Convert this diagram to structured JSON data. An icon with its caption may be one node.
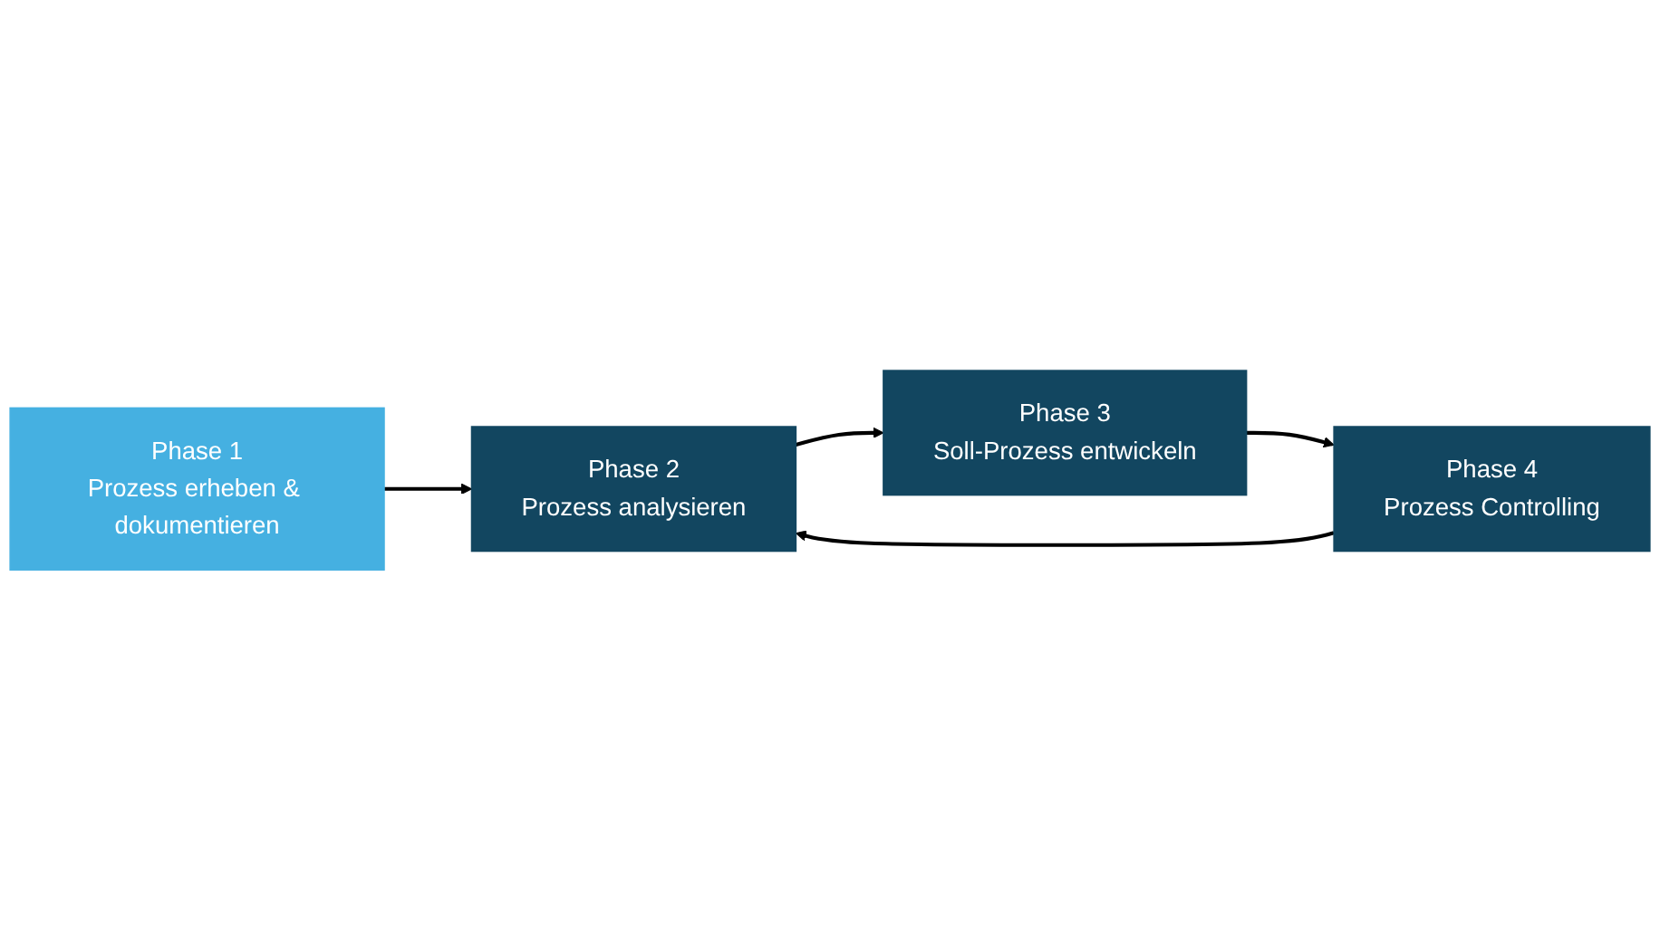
{
  "diagram": {
    "nodes": [
      {
        "text": [
          "Phase 1",
          "Prozess erheben & dokumentieren"
        ]
      },
      {
        "text": [
          "Phase 2",
          "Prozess analysieren"
        ]
      },
      {
        "text": [
          "Phase 3",
          "Soll-Prozess entwickeln"
        ]
      },
      {
        "text": [
          "Phase 4",
          "Prozess Controlling"
        ]
      }
    ],
    "edges": [
      {
        "from": 0,
        "to": 1,
        "arrow": "to"
      },
      {
        "from": 1,
        "to": 2,
        "arrow": "to"
      },
      {
        "from": 2,
        "to": 3,
        "arrow": "to"
      },
      {
        "from": 3,
        "to": 1,
        "arrow": "to"
      }
    ]
  }
}
